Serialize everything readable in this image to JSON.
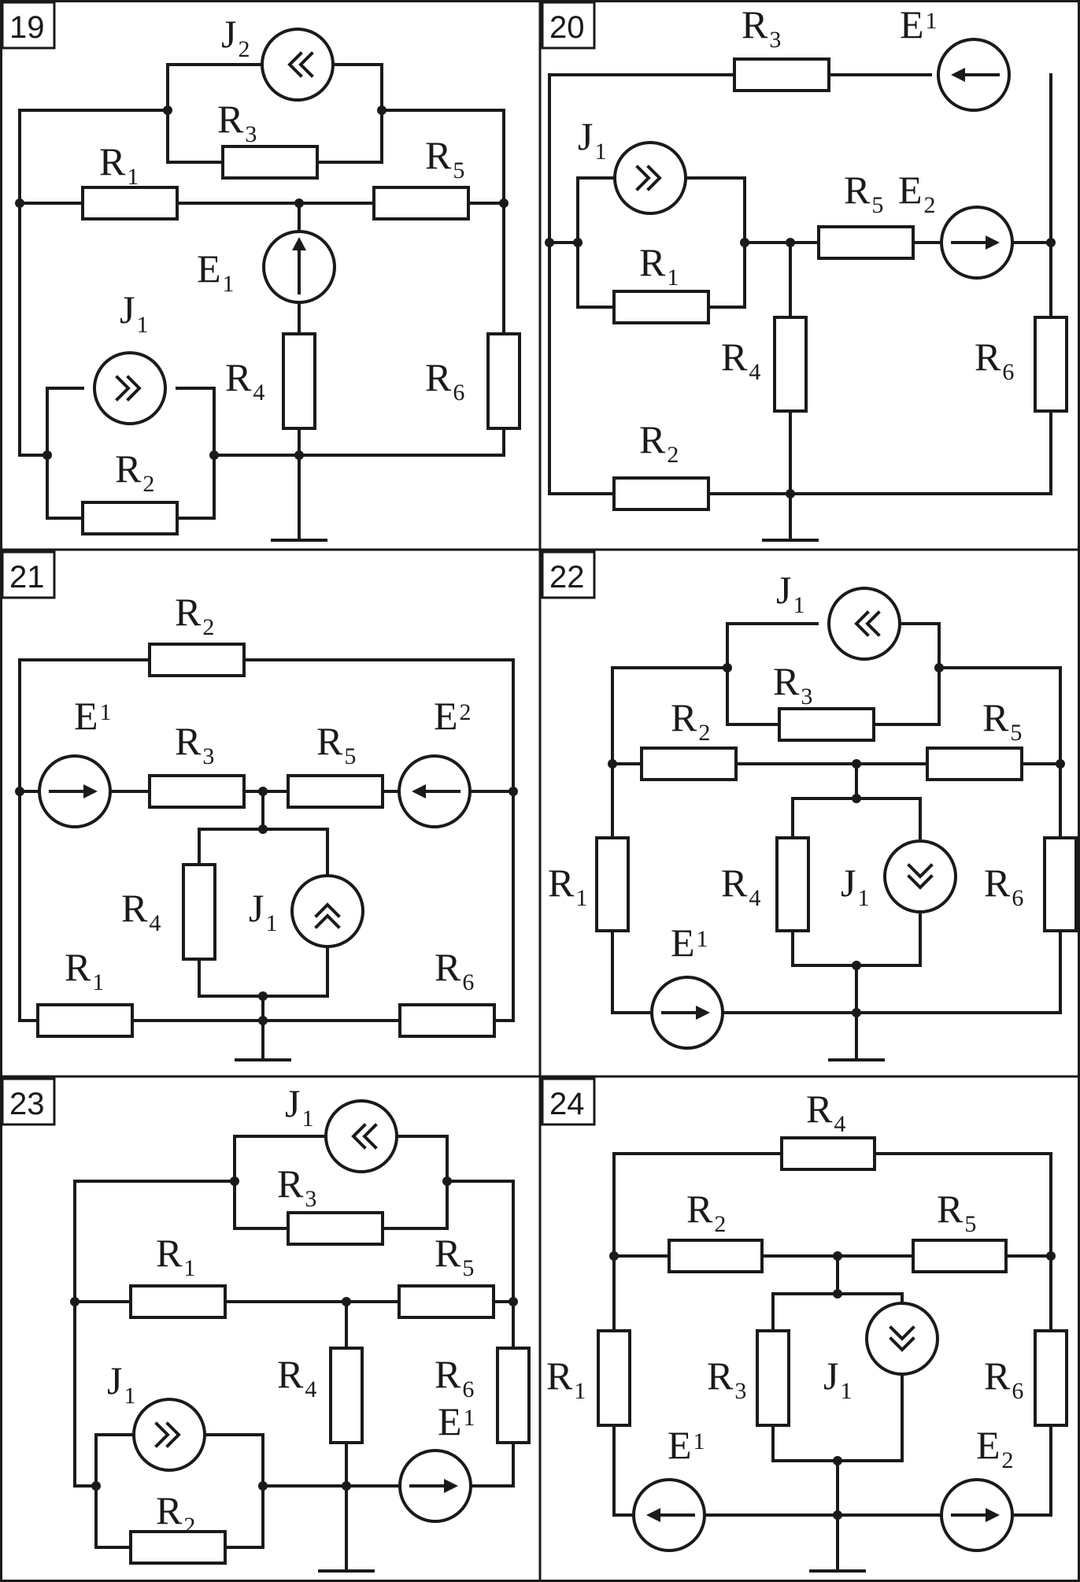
{
  "sheet": {
    "colors": {
      "ink": "#1a1a1a",
      "paper": "#ffffff"
    },
    "panels": [
      {
        "number": "19",
        "labels": {
          "J2": [
            "J",
            "2"
          ],
          "R3": [
            "R",
            "3"
          ],
          "R1": [
            "R",
            "1"
          ],
          "R5": [
            "R",
            "5"
          ],
          "E1": [
            "E",
            "1"
          ],
          "J1": [
            "J",
            "1"
          ],
          "R4": [
            "R",
            "4"
          ],
          "R6": [
            "R",
            "6"
          ],
          "R2": [
            "R",
            "2"
          ]
        }
      },
      {
        "number": "20",
        "labels": {
          "R3": [
            "R",
            "3"
          ],
          "E1": [
            "E",
            "1"
          ],
          "J1": [
            "J",
            "1"
          ],
          "R5": [
            "R",
            "5"
          ],
          "E2": [
            "E",
            "2"
          ],
          "R1": [
            "R",
            "1"
          ],
          "R4": [
            "R",
            "4"
          ],
          "R6": [
            "R",
            "6"
          ],
          "R2": [
            "R",
            "2"
          ]
        }
      },
      {
        "number": "21",
        "labels": {
          "R2": [
            "R",
            "2"
          ],
          "E1": [
            "E",
            "1"
          ],
          "R3": [
            "R",
            "3"
          ],
          "R5": [
            "R",
            "5"
          ],
          "E2": [
            "E",
            "2"
          ],
          "R4": [
            "R",
            "4"
          ],
          "J1": [
            "J",
            "1"
          ],
          "R1": [
            "R",
            "1"
          ],
          "R6": [
            "R",
            "6"
          ]
        }
      },
      {
        "number": "22",
        "labels": {
          "J1a": [
            "J",
            "1"
          ],
          "R3": [
            "R",
            "3"
          ],
          "R2": [
            "R",
            "2"
          ],
          "R5": [
            "R",
            "5"
          ],
          "R1": [
            "R",
            "1"
          ],
          "R4": [
            "R",
            "4"
          ],
          "J1b": [
            "J",
            "1"
          ],
          "R6": [
            "R",
            "6"
          ],
          "E1": [
            "E",
            "1"
          ]
        }
      },
      {
        "number": "23",
        "labels": {
          "J1a": [
            "J",
            "1"
          ],
          "R3": [
            "R",
            "3"
          ],
          "R1": [
            "R",
            "1"
          ],
          "R5": [
            "R",
            "5"
          ],
          "J1b": [
            "J",
            "1"
          ],
          "R4": [
            "R",
            "4"
          ],
          "R6": [
            "R",
            "6"
          ],
          "E1": [
            "E",
            "1"
          ],
          "R2": [
            "R",
            "2"
          ]
        }
      },
      {
        "number": "24",
        "labels": {
          "R4": [
            "R",
            "4"
          ],
          "R2": [
            "R",
            "2"
          ],
          "R5": [
            "R",
            "5"
          ],
          "R1": [
            "R",
            "1"
          ],
          "R3": [
            "R",
            "3"
          ],
          "J1": [
            "J",
            "1"
          ],
          "R6": [
            "R",
            "6"
          ],
          "E1": [
            "E",
            "1"
          ],
          "E2": [
            "E",
            "2"
          ]
        }
      }
    ]
  }
}
